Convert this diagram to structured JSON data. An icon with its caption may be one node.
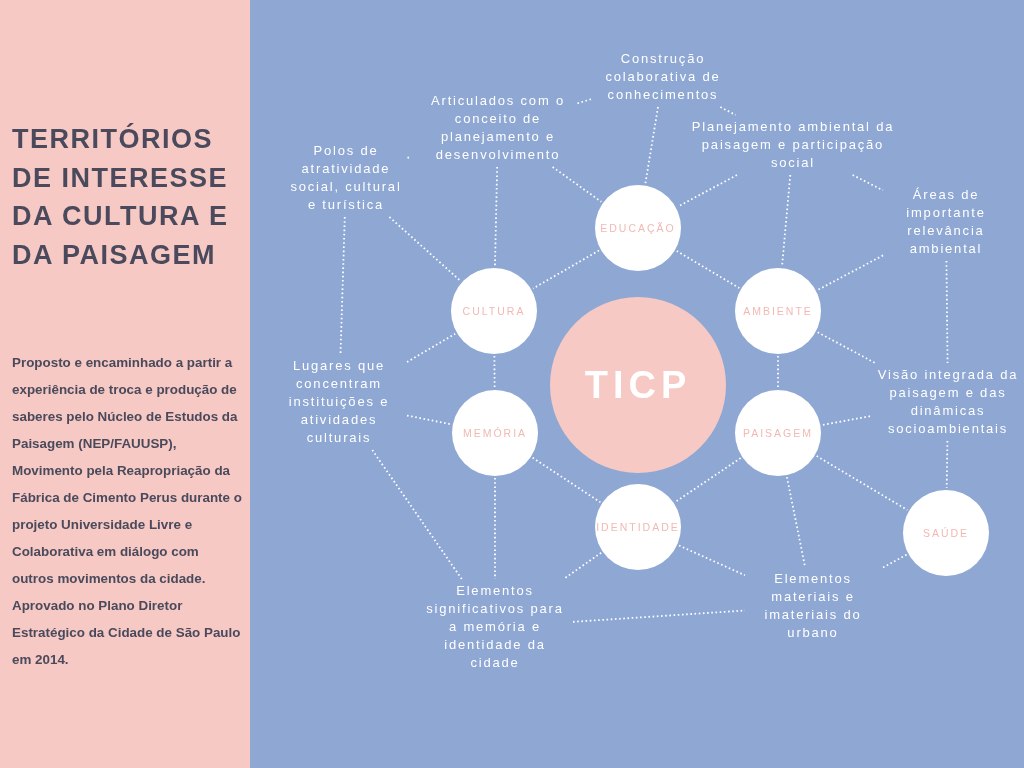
{
  "diagram": {
    "title": "TERRITÓRIOS DE INTERESSE DA CULTURA E DA PAISAGEM",
    "nodes": [
      {
        "text": [
          "TICP"
        ]
      },
      {
        "text": [
          "EDUCAÇÃO"
        ]
      },
      {
        "text": [
          "CULTURA"
        ]
      },
      {
        "text": [
          "AMBIENTE"
        ]
      },
      {
        "text": [
          "MEMÓRIA"
        ]
      },
      {
        "text": [
          "PAISAGEM"
        ]
      },
      {
        "text": [
          "IDENTIDADE"
        ]
      },
      {
        "text": [
          "SAÚDE"
        ]
      },
      {
        "text": [
          "Construção colaborativa de conhecimentos"
        ]
      },
      {
        "text": [
          "Articulados com o conceito de planejamento e desenvolvimento"
        ]
      },
      {
        "text": [
          "Planejamento ambiental da paisagem e participação social"
        ]
      },
      {
        "text": [
          "Polos de atratividade social, cultural e turística"
        ]
      },
      {
        "text": [
          "Áreas de importante relevância ambiental"
        ]
      },
      {
        "text": [
          "Lugares que concentram instituições e atividades culturais"
        ]
      },
      {
        "text": [
          "Visão integrada da paisagem e das dinâmicas socioambientais"
        ]
      },
      {
        "text": [
          "Elementos significativos para a memória e identidade da cidade"
        ]
      },
      {
        "text": [
          "Elementos materiais e imateriais do urbano"
        ]
      }
    ],
    "edges": [
      {
        "from": 8,
        "to": 1,
        "arrow": "none"
      },
      {
        "from": 9,
        "to": 1,
        "arrow": "none"
      },
      {
        "from": 10,
        "to": 1,
        "arrow": "none"
      },
      {
        "from": 10,
        "to": 3,
        "arrow": "none"
      },
      {
        "from": 1,
        "to": 3,
        "arrow": "none"
      },
      {
        "from": 1,
        "to": 2,
        "arrow": "none"
      },
      {
        "from": 9,
        "to": 2,
        "arrow": "none"
      },
      {
        "from": 11,
        "to": 2,
        "arrow": "none"
      },
      {
        "from": 11,
        "to": 9,
        "arrow": "none"
      },
      {
        "from": 9,
        "to": 8,
        "arrow": "none"
      },
      {
        "from": 8,
        "to": 10,
        "arrow": "none"
      },
      {
        "from": 10,
        "to": 12,
        "arrow": "none"
      },
      {
        "from": 12,
        "to": 3,
        "arrow": "none"
      },
      {
        "from": 12,
        "to": 14,
        "arrow": "none"
      },
      {
        "from": 3,
        "to": 14,
        "arrow": "none"
      },
      {
        "from": 3,
        "to": 5,
        "arrow": "none"
      },
      {
        "from": 14,
        "to": 5,
        "arrow": "none"
      },
      {
        "from": 14,
        "to": 7,
        "arrow": "none"
      },
      {
        "from": 5,
        "to": 7,
        "arrow": "none"
      },
      {
        "from": 5,
        "to": 6,
        "arrow": "none"
      },
      {
        "from": 5,
        "to": 16,
        "arrow": "none"
      },
      {
        "from": 6,
        "to": 16,
        "arrow": "none"
      },
      {
        "from": 7,
        "to": 16,
        "arrow": "none"
      },
      {
        "from": 15,
        "to": 16,
        "arrow": "none"
      },
      {
        "from": 6,
        "to": 15,
        "arrow": "none"
      },
      {
        "from": 4,
        "to": 15,
        "arrow": "none"
      },
      {
        "from": 4,
        "to": 6,
        "arrow": "none"
      },
      {
        "from": 13,
        "to": 4,
        "arrow": "none"
      },
      {
        "from": 13,
        "to": 15,
        "arrow": "none"
      },
      {
        "from": 13,
        "to": 2,
        "arrow": "none"
      },
      {
        "from": 2,
        "to": 4,
        "arrow": "none"
      },
      {
        "from": 11,
        "to": 13,
        "arrow": "none"
      }
    ],
    "labels": [
      "Proposto e encaminhado a partir a experiência de troca e produção de saberes pelo Núcleo de Estudos da Paisagem (NEP/FAUUSP), Movimento pela Reapropriação da Fábrica de Cimento Perus durante o projeto Universidade Livre e Colaborativa em diálogo com outros movimentos da cidade. Aprovado no Plano Diretor Estratégico da Cidade de São Paulo em 2014."
    ]
  }
}
